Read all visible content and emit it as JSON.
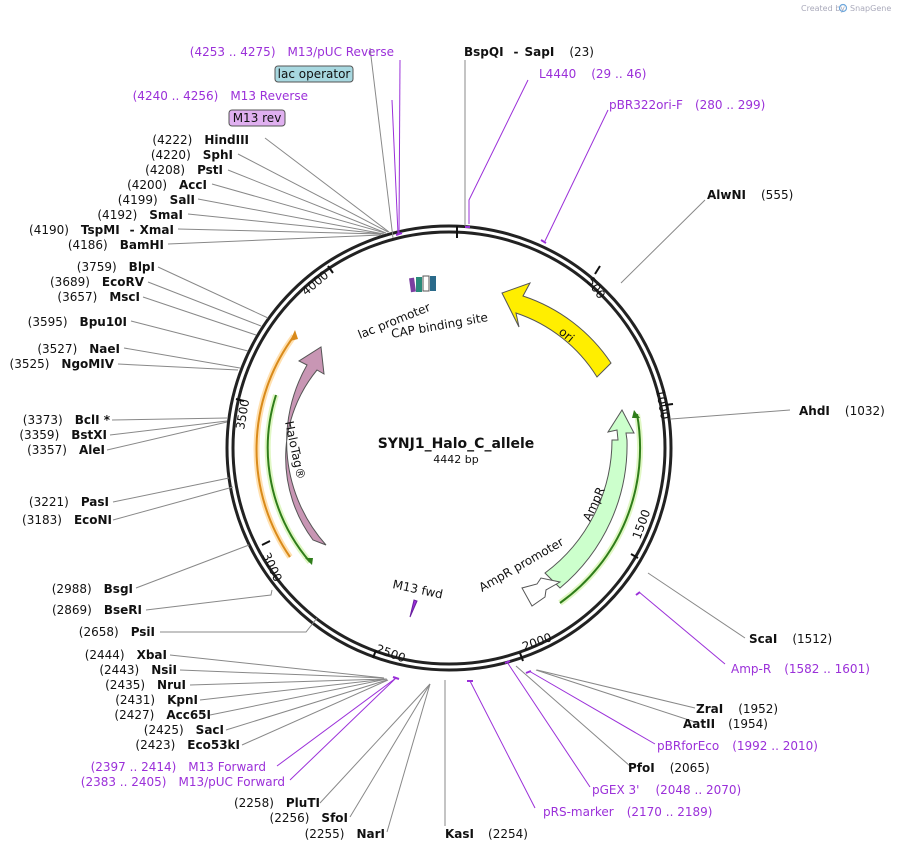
{
  "app": {
    "credit": "Created by",
    "brand": "SnapGene"
  },
  "plasmid": {
    "name": "SYNJ1_Halo_C_allele",
    "length_label": "4442 bp"
  },
  "ticks": [
    "500",
    "1000",
    "1500",
    "2000",
    "2500",
    "3000",
    "3500",
    "4000"
  ],
  "features": {
    "ori": "ori",
    "ampr": "AmpR",
    "ampr_promoter": "AmpR promoter",
    "halotag": "HaloTag®",
    "lac_promoter": "lac promoter",
    "cap_site": "CAP binding site",
    "m13_fwd": "M13 fwd"
  },
  "tags": {
    "lac_operator": "lac operator",
    "m13_rev": "M13 rev"
  },
  "sites_right": [
    {
      "name": "BspQI",
      "sep": "-",
      "name2": "SapI",
      "pos": "(23)"
    },
    {
      "name": "AlwNI",
      "pos": "(555)"
    },
    {
      "name": "AhdI",
      "pos": "(1032)"
    },
    {
      "name": "ScaI",
      "pos": "(1512)"
    },
    {
      "name": "ZraI",
      "pos": "(1952)"
    },
    {
      "name": "AatII",
      "pos": "(1954)"
    },
    {
      "name": "PfoI",
      "pos": "(2065)"
    },
    {
      "name": "KasI",
      "pos": "(2254)"
    }
  ],
  "primers_right": [
    {
      "name": "L4440",
      "pos": "(29 .. 46)"
    },
    {
      "name": "pBR322ori-F",
      "pos": "(280 .. 299)"
    },
    {
      "name": "Amp-R",
      "pos": "(1582 .. 1601)"
    },
    {
      "name": "pBRforEco",
      "pos": "(1992 .. 2010)"
    },
    {
      "name": "pGEX 3'",
      "pos": "(2048 .. 2070)"
    },
    {
      "name": "pRS-marker",
      "pos": "(2170 .. 2189)"
    }
  ],
  "primers_left": [
    {
      "pos": "(4253 .. 4275)",
      "name": "M13/pUC Reverse"
    },
    {
      "pos": "(4240 .. 4256)",
      "name": "M13 Reverse"
    },
    {
      "pos": "(2397 .. 2414)",
      "name": "M13 Forward"
    },
    {
      "pos": "(2383 .. 2405)",
      "name": "M13/pUC Forward"
    }
  ],
  "sites_left": [
    {
      "pos": "(4222)",
      "name": "HindIII"
    },
    {
      "pos": "(4220)",
      "name": "SphI"
    },
    {
      "pos": "(4208)",
      "name": "PstI"
    },
    {
      "pos": "(4200)",
      "name": "AccI"
    },
    {
      "pos": "(4199)",
      "name": "SalI"
    },
    {
      "pos": "(4192)",
      "name": "SmaI"
    },
    {
      "pos": "(4190)",
      "name": "TspMI",
      "sep": "-",
      "name2": "XmaI"
    },
    {
      "pos": "(4186)",
      "name": "BamHI"
    },
    {
      "pos": "(3759)",
      "name": "BlpI"
    },
    {
      "pos": "(3689)",
      "name": "EcoRV"
    },
    {
      "pos": "(3657)",
      "name": "MscI"
    },
    {
      "pos": "(3595)",
      "name": "Bpu10I"
    },
    {
      "pos": "(3527)",
      "name": "NaeI"
    },
    {
      "pos": "(3525)",
      "name": "NgoMIV"
    },
    {
      "pos": "(3373)",
      "name": "BclI *"
    },
    {
      "pos": "(3359)",
      "name": "BstXI"
    },
    {
      "pos": "(3357)",
      "name": "AleI"
    },
    {
      "pos": "(3221)",
      "name": "PasI"
    },
    {
      "pos": "(3183)",
      "name": "EcoNI"
    },
    {
      "pos": "(2988)",
      "name": "BsgI"
    },
    {
      "pos": "(2869)",
      "name": "BseRI"
    },
    {
      "pos": "(2658)",
      "name": "PsiI"
    },
    {
      "pos": "(2444)",
      "name": "XbaI"
    },
    {
      "pos": "(2443)",
      "name": "NsiI"
    },
    {
      "pos": "(2435)",
      "name": "NruI"
    },
    {
      "pos": "(2431)",
      "name": "KpnI"
    },
    {
      "pos": "(2427)",
      "name": "Acc65I"
    },
    {
      "pos": "(2425)",
      "name": "SacI"
    },
    {
      "pos": "(2423)",
      "name": "Eco53kI"
    },
    {
      "pos": "(2258)",
      "name": "PluTI"
    },
    {
      "pos": "(2256)",
      "name": "SfoI"
    },
    {
      "pos": "(2255)",
      "name": "NarI"
    }
  ],
  "colors": {
    "ori": "#ffee00",
    "ampr": "#ccffcc",
    "halotag": "#c896b4",
    "primer": "#9b30d9",
    "lac_operator": "#a8d8e0",
    "m13_rev": "#e0b0f0",
    "backbone": "#222222"
  }
}
